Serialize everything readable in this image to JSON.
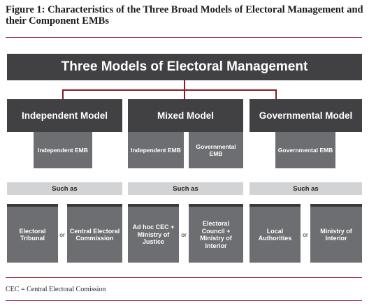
{
  "figure_title": "Figure 1: Characteristics of the Three Broad Models of Electoral Management and their Component EMBs",
  "diagram": {
    "main_title": "Three Models of Electoral Management",
    "models": [
      {
        "name": "Independent Model",
        "embs": [
          {
            "label": "Independent EMB"
          }
        ],
        "such_as": "Such as",
        "examples": [
          "Electoral Tribunal",
          "Central Electoral Commission"
        ]
      },
      {
        "name": "Mixed Model",
        "embs": [
          {
            "label": "Independent EMB"
          },
          {
            "label": "Governmental EMB"
          }
        ],
        "such_as": "Such as",
        "examples": [
          "Ad hoc CEC + Ministry of Justice",
          "Electoral Council + Ministry of Interior"
        ]
      },
      {
        "name": "Governmental Model",
        "embs": [
          {
            "label": "Governmental EMB"
          }
        ],
        "such_as": "Such as",
        "examples": [
          "Local Authorities",
          "Ministry of Interior"
        ]
      }
    ],
    "connector_word": "or"
  },
  "footnote": "CEC = Central Electoral Comission",
  "colors": {
    "rule": "#8b1a2b",
    "dark_box": "#414042",
    "mid_box": "#6d6e71",
    "light_box": "#d1d3d4"
  }
}
